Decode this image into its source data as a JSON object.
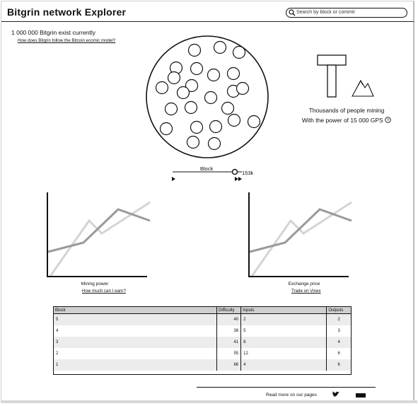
{
  "header": {
    "title": "Bitgrin network Explorer",
    "search_placeholder": "Search by block or commit"
  },
  "supply": {
    "text": "1 000 000 Bitgrin exist currently",
    "link": "How does Bitgrin follow the Bitcoin ecomic model?"
  },
  "mining": {
    "line1": "Thousands of people mining",
    "line2": "With the power of 15 000 GPS",
    "help_icon": "question-circle-icon"
  },
  "block_slider": {
    "label": "Block",
    "value": "153k",
    "controls": [
      "play-icon",
      "fast-forward-icon"
    ]
  },
  "charts": [
    {
      "title": "Mining power",
      "link": "How much can I earn?"
    },
    {
      "title": "Exchange price",
      "link": "Trade on Vinex"
    }
  ],
  "table": {
    "headers": [
      "Block",
      "Difficulty",
      "Inputs",
      "Outputs"
    ],
    "rows": [
      [
        "5",
        "40",
        "2",
        "2"
      ],
      [
        "4",
        "38",
        "5",
        "3"
      ],
      [
        "3",
        "41",
        "8",
        "4"
      ],
      [
        "2",
        "55",
        "12",
        "6"
      ],
      [
        "1",
        "66",
        "4",
        "6"
      ]
    ]
  },
  "footer": {
    "text": "Read more on our pages",
    "icons": [
      "twitter-icon",
      "brand-icon"
    ]
  }
}
